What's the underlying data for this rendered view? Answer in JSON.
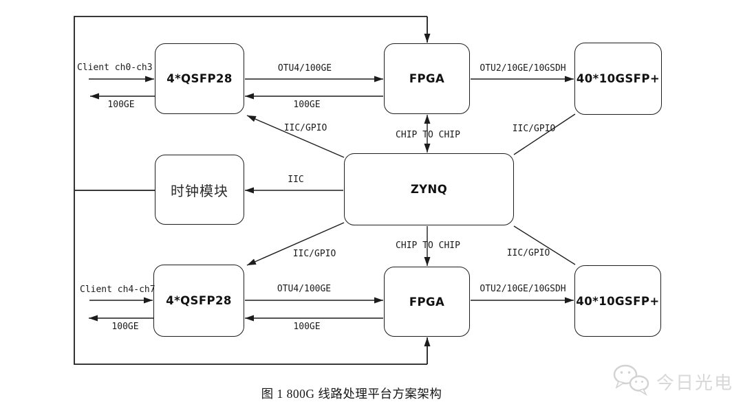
{
  "diagram": {
    "caption": "图 1  800G 线路处理平台方案架构",
    "colors": {
      "line": "#1c1c1c",
      "background": "#ffffff",
      "watermark": "#d8d8d8"
    },
    "boxes": {
      "qsfp_top": {
        "label": "4*QSFP28"
      },
      "fpga_top": {
        "label": "FPGA"
      },
      "sfp_top": {
        "label": "40*10GSFP+"
      },
      "clock": {
        "label": "时钟模块"
      },
      "zynq": {
        "label": "ZYNQ"
      },
      "qsfp_bottom": {
        "label": "4*QSFP28"
      },
      "fpga_bottom": {
        "label": "FPGA"
      },
      "sfp_bottom": {
        "label": "40*10GSFP+"
      }
    },
    "edge_labels": {
      "client_in_top": "Client ch0-ch3",
      "client_out_top": "100GE",
      "otu4_top": "OTU4/100GE",
      "ge_return_top": "100GE",
      "otu2_top": "OTU2/10GE/10GSDH",
      "iic_gpio_top_left": "IIC/GPIO",
      "iic_gpio_top_right": "IIC/GPIO",
      "chip_to_chip_top": "CHIP TO CHIP",
      "iic": "IIC",
      "iic_gpio_bottom_left": "IIC/GPIO",
      "iic_gpio_bottom_right": "IIC/GPIO",
      "chip_to_chip_bottom": "CHIP TO CHIP",
      "client_in_bottom": "Client ch4-ch7",
      "client_out_bottom": "100GE",
      "otu4_bottom": "OTU4/100GE",
      "ge_return_bottom": "100GE",
      "otu2_bottom": "OTU2/10GE/10GSDH"
    },
    "watermark": {
      "text": "今日光电"
    }
  }
}
